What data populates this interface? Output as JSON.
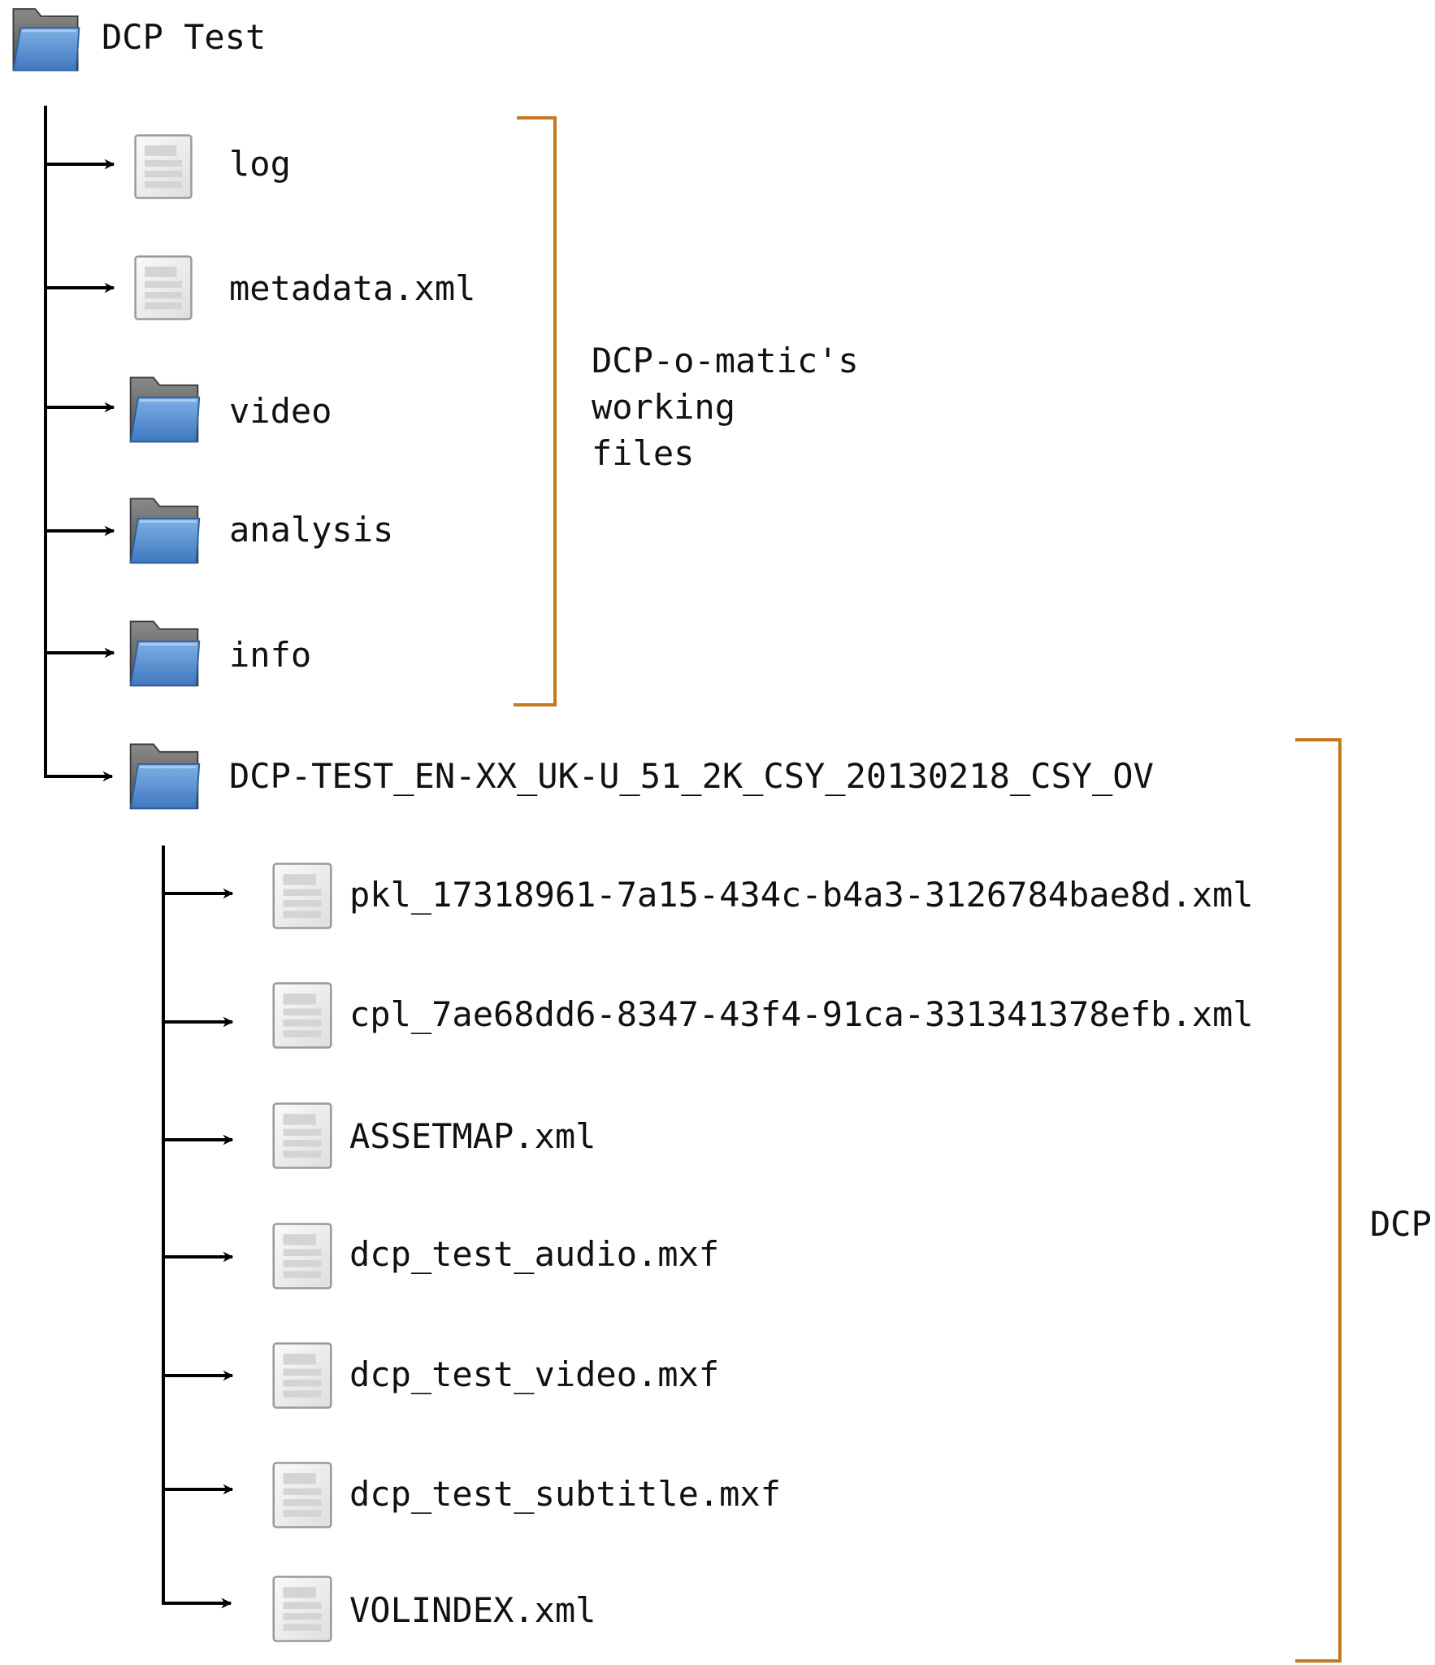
{
  "root": {
    "name": "DCP Test",
    "icon": "folder-icon"
  },
  "working_files": {
    "items": [
      {
        "name": "log",
        "icon": "file-icon"
      },
      {
        "name": "metadata.xml",
        "icon": "file-icon"
      },
      {
        "name": "video",
        "icon": "folder-icon"
      },
      {
        "name": "analysis",
        "icon": "folder-icon"
      },
      {
        "name": "info",
        "icon": "folder-icon"
      }
    ],
    "label_lines": [
      "DCP-o-matic's",
      "working",
      "files"
    ]
  },
  "dcp": {
    "folder": {
      "name": "DCP-TEST_EN-XX_UK-U_51_2K_CSY_20130218_CSY_OV",
      "icon": "folder-icon"
    },
    "items": [
      {
        "name": "pkl_17318961-7a15-434c-b4a3-3126784bae8d.xml",
        "icon": "file-icon"
      },
      {
        "name": "cpl_7ae68dd6-8347-43f4-91ca-331341378efb.xml",
        "icon": "file-icon"
      },
      {
        "name": "ASSETMAP.xml",
        "icon": "file-icon"
      },
      {
        "name": "dcp_test_audio.mxf",
        "icon": "file-icon"
      },
      {
        "name": "dcp_test_video.mxf",
        "icon": "file-icon"
      },
      {
        "name": "dcp_test_subtitle.mxf",
        "icon": "file-icon"
      },
      {
        "name": "VOLINDEX.xml",
        "icon": "file-icon"
      }
    ],
    "label": "DCP"
  },
  "colors": {
    "bracket": "#c47a1e",
    "folder_front": "#5b93d3",
    "folder_back": "#6e6e6e",
    "file_page": "#eeeeee",
    "line": "#000000"
  }
}
